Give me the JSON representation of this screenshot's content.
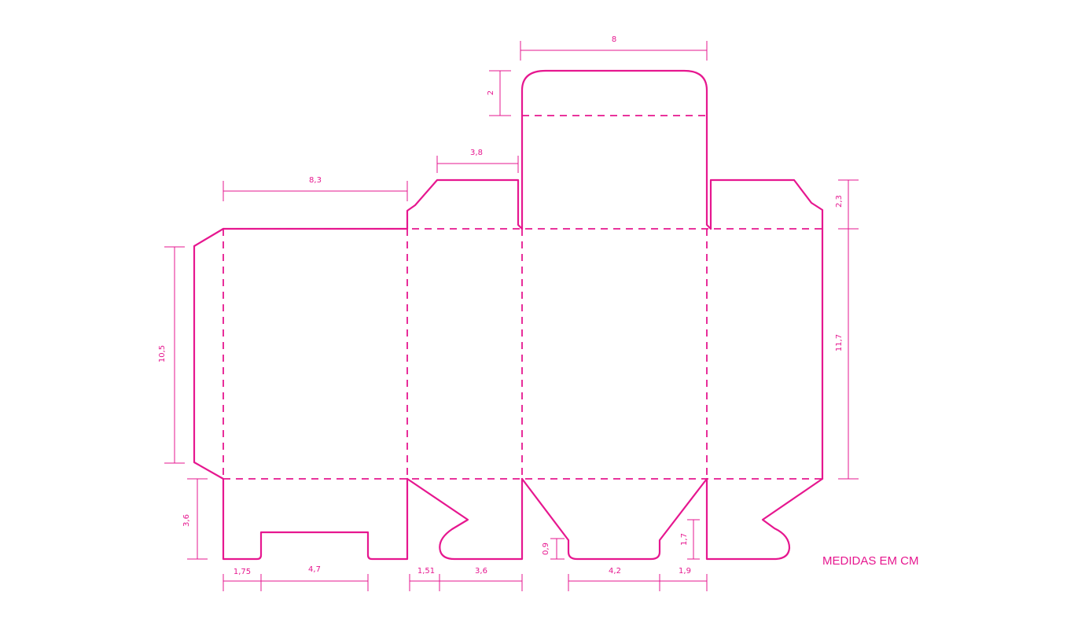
{
  "colors": {
    "line": "#e6178f",
    "text": "#e6178f",
    "background": "#ffffff"
  },
  "note": "MEDIDAS EM CM",
  "dimensions": {
    "top_lid_width": "8",
    "top_lid_height": "2",
    "side_flap_width": "3,8",
    "front_width": "8,3",
    "right_flap_height": "2,3",
    "glue_flap_height": "10,5",
    "body_height": "11,7",
    "bottom_left_height": "3,6",
    "bottom_left_margin": "1,75",
    "bottom_left_tab": "4,7",
    "bottom_mid_margin": "1,51",
    "bottom_mid_width": "3,6",
    "bottom_tab_depth": "0,9",
    "bottom_right_tab": "4,2",
    "bottom_right_margin": "1,9",
    "bottom_right_height": "1,7"
  }
}
